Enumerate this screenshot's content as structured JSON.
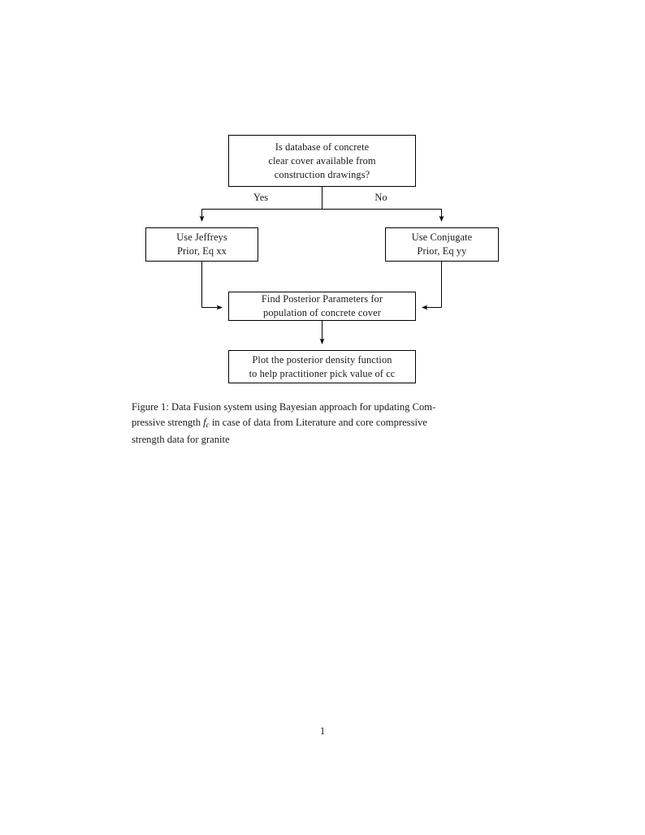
{
  "document": {
    "page_number": "1",
    "background_color": "#ffffff",
    "text_color": "#1a1a1a",
    "line_color": "#000000"
  },
  "figure": {
    "type": "flowchart",
    "nodes": [
      {
        "id": "decision",
        "role": "decision",
        "lines": [
          "Is database of concrete",
          "clear cover available from",
          "construction drawings?"
        ]
      },
      {
        "id": "jeffreys",
        "role": "process",
        "lines": [
          "Use Jeffreys",
          "Prior, Eq xx"
        ]
      },
      {
        "id": "conjugate",
        "role": "process",
        "lines": [
          "Use Conjugate",
          "Prior, Eq yy"
        ]
      },
      {
        "id": "posterior",
        "role": "process",
        "lines": [
          "Find Posterior Parameters for",
          "population of concrete cover"
        ]
      },
      {
        "id": "plot",
        "role": "process",
        "lines": [
          "Plot the posterior density function",
          "to help practitioner pick value of cc"
        ]
      }
    ],
    "branch_labels": {
      "yes": "Yes",
      "no": "No"
    },
    "edges": [
      {
        "from": "decision",
        "to": "jeffreys",
        "label": "Yes"
      },
      {
        "from": "decision",
        "to": "conjugate",
        "label": "No"
      },
      {
        "from": "jeffreys",
        "to": "posterior",
        "label": ""
      },
      {
        "from": "conjugate",
        "to": "posterior",
        "label": ""
      },
      {
        "from": "posterior",
        "to": "plot",
        "label": ""
      }
    ]
  },
  "caption": {
    "label": "Figure 1:",
    "line1_pre": "Figure 1: Data Fusion system using Bayesian approach for updating Com-",
    "line2_pre": "pressive strength",
    "math_var": "f",
    "math_sub": "c",
    "line2_post": "in case of data from Literature and core compressive",
    "line3": "strength data for granite",
    "full_text": "Figure 1: Data Fusion system using Bayesian approach for updating Compressive strength fc in case of data from Literature and core compressive strength data for granite"
  }
}
